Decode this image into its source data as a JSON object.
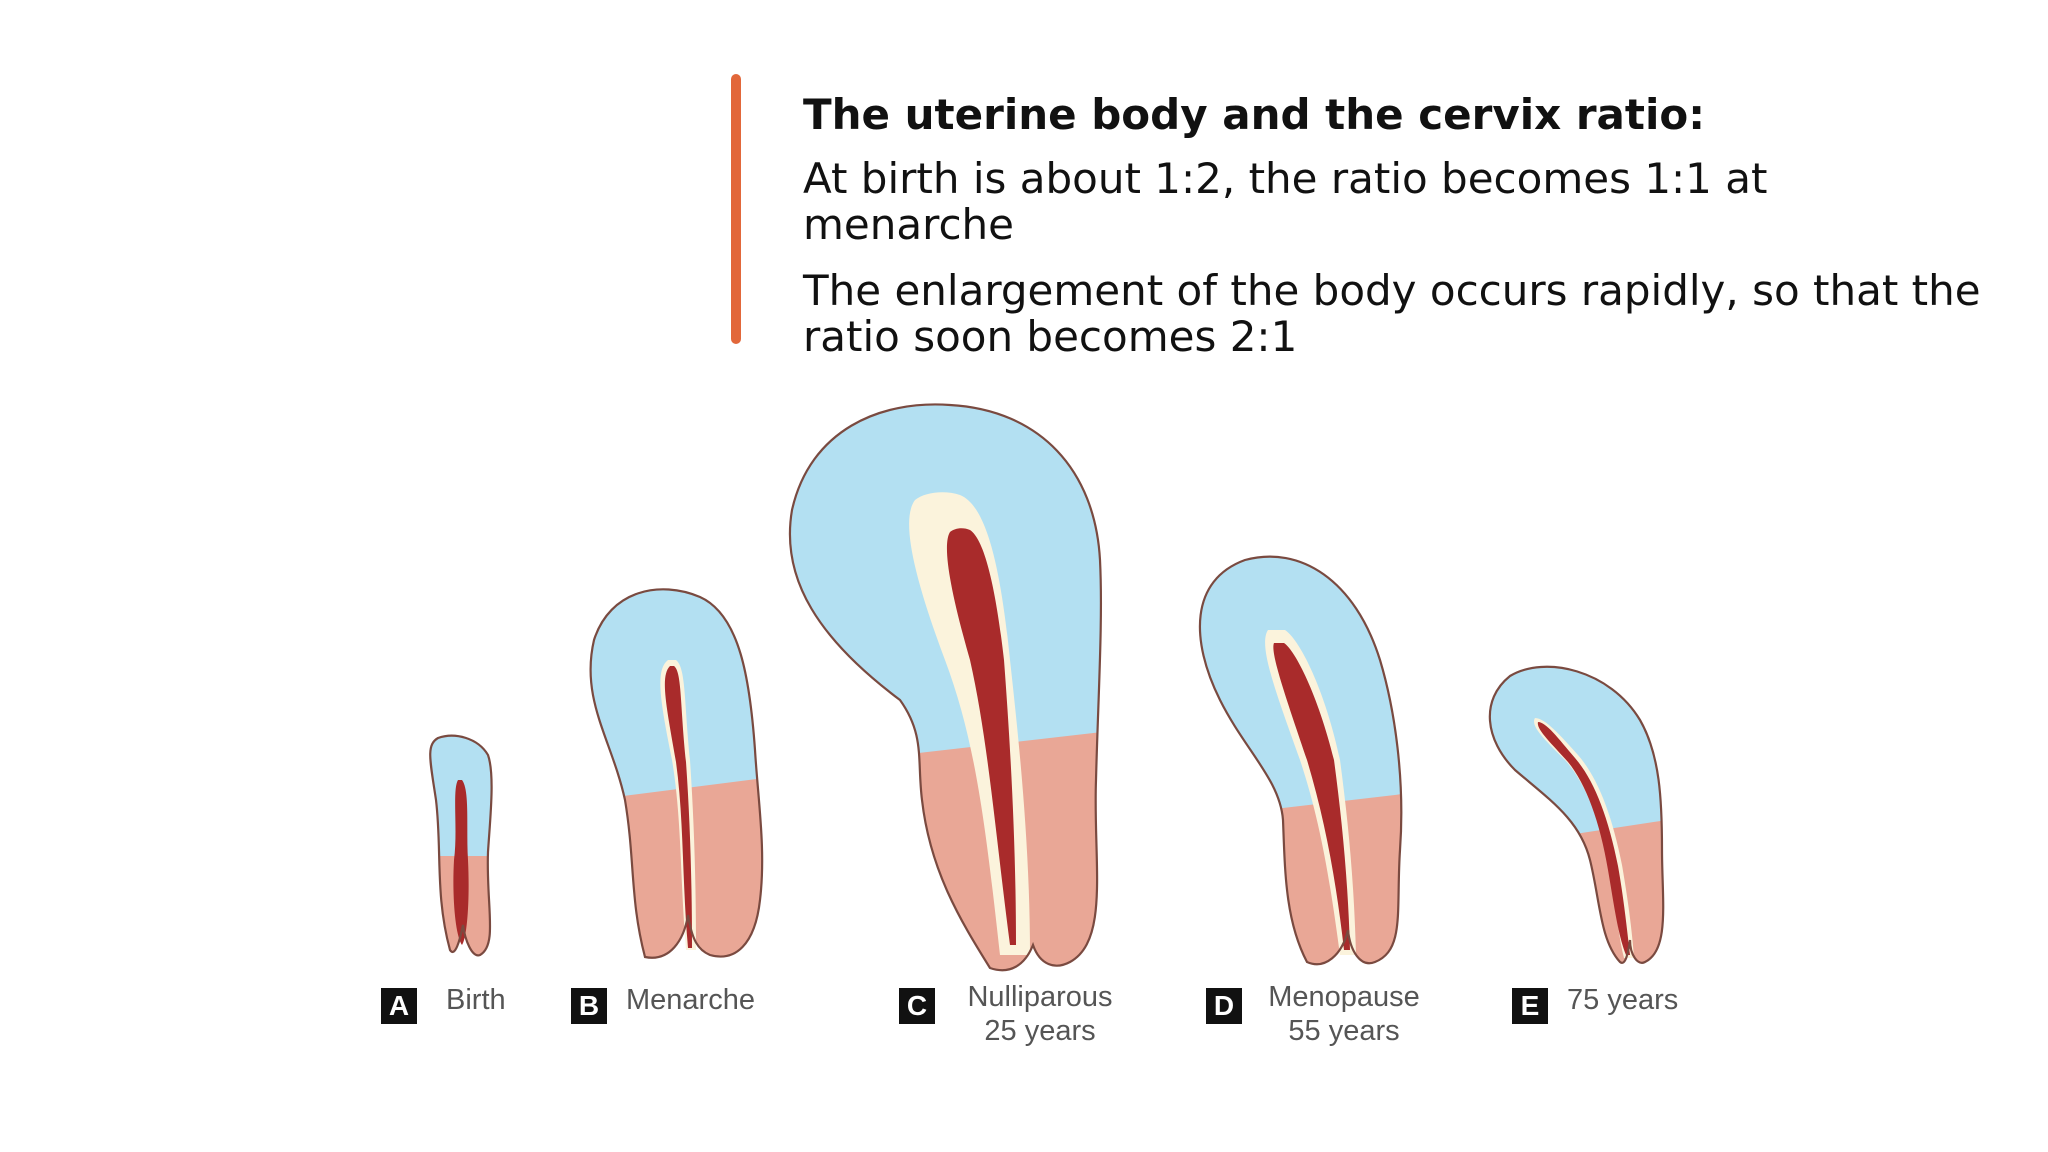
{
  "heading": "The uterine body and the cervix ratio:",
  "bullets": [
    "At birth is about 1:2, the ratio becomes 1:1 at menarche",
    "The enlargement of the body occurs rapidly, so that the ratio soon becomes 2:1"
  ],
  "colors": {
    "accent": "#e2673a",
    "body": "#b3e0f2",
    "cervix": "#e9a796",
    "cavity": "#a92b2b",
    "lining": "#fbf3dc",
    "outline": "#7a4a40"
  },
  "stages": [
    {
      "letter": "A",
      "line1": "Birth",
      "line2": ""
    },
    {
      "letter": "B",
      "line1": "Menarche",
      "line2": ""
    },
    {
      "letter": "C",
      "line1": "Nulliparous",
      "line2": "25 years"
    },
    {
      "letter": "D",
      "line1": "Menopause",
      "line2": "55 years"
    },
    {
      "letter": "E",
      "line1": "75 years",
      "line2": ""
    }
  ]
}
